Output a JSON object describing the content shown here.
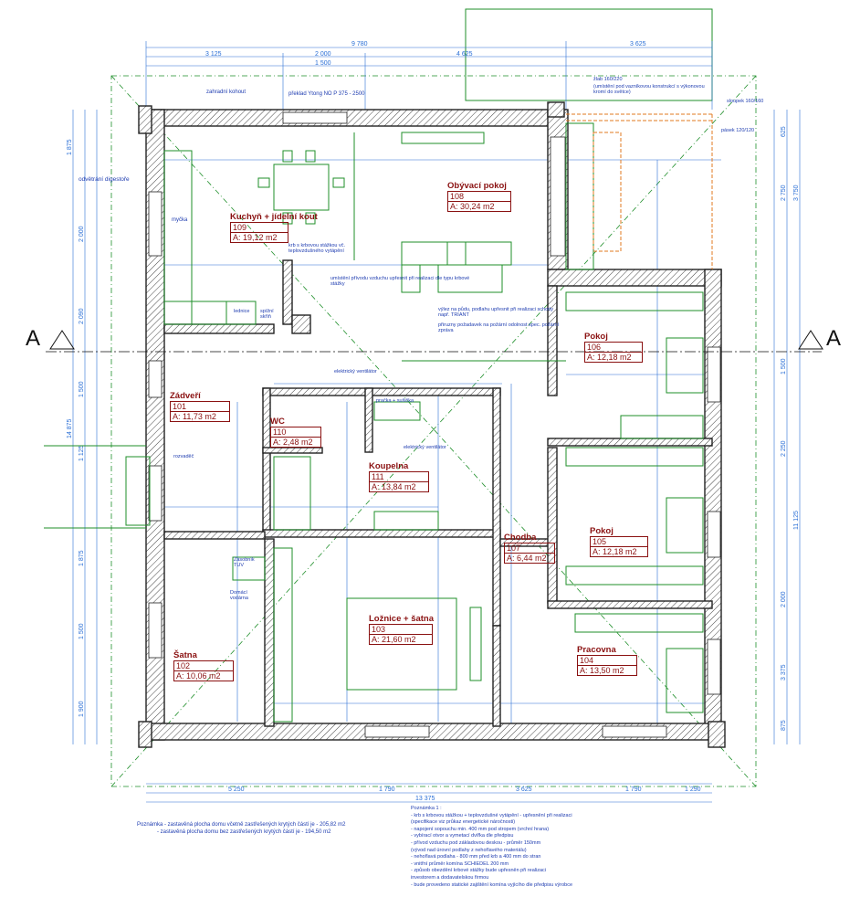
{
  "rooms": [
    {
      "name": "Kuchyň + jídelní kout",
      "num": "109",
      "area": "A: 19,12 m2"
    },
    {
      "name": "Obývací pokoj",
      "num": "108",
      "area": "A: 30,24 m2"
    },
    {
      "name": "Pokoj",
      "num": "106",
      "area": "A: 12,18 m2"
    },
    {
      "name": "Zádveří",
      "num": "101",
      "area": "A: 11,73 m2"
    },
    {
      "name": "WC",
      "num": "110",
      "area": "A: 2,48 m2"
    },
    {
      "name": "Koupelna",
      "num": "111",
      "area": "A: 13,84 m2"
    },
    {
      "name": "Chodba",
      "num": "107",
      "area": "A: 6,44 m2"
    },
    {
      "name": "Pokoj",
      "num": "105",
      "area": "A: 12,18 m2"
    },
    {
      "name": "Ložnice + šatna",
      "num": "103",
      "area": "A: 21,60 m2"
    },
    {
      "name": "Šatna",
      "num": "102",
      "area": "A: 10,06 m2"
    },
    {
      "name": "Pracovna",
      "num": "104",
      "area": "A: 13,50 m2"
    }
  ],
  "section": {
    "left": "A",
    "right": "A"
  },
  "dims": {
    "top1": "9 780",
    "top2": "3 625",
    "top3a": "3 125",
    "top3b": "2 000",
    "top3c": "4 625",
    "top3d": "1 500",
    "bot1": "5 250",
    "bot2": "1 790",
    "bot3": "3 625",
    "bot4": "1 790",
    "bot5": "1 290",
    "bot6": "13 375",
    "left1": "1 875",
    "left2": "2 000",
    "left3": "2 090",
    "left4": "1 500",
    "left5": "1 125",
    "left6": "1 875",
    "left7": "1 500",
    "left8": "1 900",
    "leftTotal": "14 875",
    "right1": "625",
    "right2": "2 750",
    "right3": "3 750",
    "right4": "1 500",
    "right5": "2 250",
    "right6": "2 000",
    "right7": "3 375",
    "right8": "875",
    "rightTotal": "11 125"
  },
  "notes": {
    "kohout": "zahradní kohout",
    "odvetrani": "odvětrání digestoře",
    "pretlak1": "překlad Ytong NO P 375 - 2500",
    "vzduch": "umístění přívodu vzduchu upřesnit při realizaci dle typu krbové stážky",
    "krb": "krb s krbovou stážkou vč. teplovzdušného vytápění",
    "schody": "výlez na půdu, podlahu upřesnit při realizaci schody např. TRIANT",
    "priruzny": "přiruzny požadavek na požární odolnost spec. požární zpráva",
    "zlab": "žlab 160/220",
    "zlab2": "(umístění pod vazníkovou konstrukcí s výkonovou kromí do světce)",
    "sloupek": "sloupek 160/160",
    "panek": "pásek 120/120",
    "ventilator1": "elektrický ventilátor",
    "ventilator2": "elektrický ventilátor",
    "rozvadec": "rozvaděč",
    "zasobnik": "Zásobník TUV",
    "kotel": "Domácí vodárna",
    "myckaLabel": "myčka",
    "lednice": "lednice",
    "spizni": "spížní skříň",
    "pracka": "pračka + sušička",
    "poznamka": "Poznámka - zastavěná plocha domu včetně zastřešených krytých částí je - 205,82 m2",
    "poznamka2": "- zastavěná plocha domu bez zastřešených krytých částí je - 194,50 m2",
    "poznamka1title": "Poznámka 1 :",
    "poz1": "- krb s krbovou stážkou + teplovzdušné vytápění - upřesnění při realizaci",
    "poz2": "(specifikace viz průkaz energetické náročnosti)",
    "poz3": "- napojení sopouchu min. 400 mm pod stropem (vrchní hrana)",
    "poz4": "- vybírací otvor a vymetací dvířka dle předpisu",
    "poz5": "- přívod vzduchu pod základovou deskou - průměr 150mm",
    "poz6": "(vývod nad úrovní podlahy z nehořlavého materiálu)",
    "poz7": "- nehořlavá podlaha - 800 mm před krb a 400 mm do stran",
    "poz8": "- vnitřní průměr komína SCHIEDEL 200 mm",
    "poz9": "- způsob obezdění krbové stážky bude upřesněn při realizaci",
    "poz10": "investorem a dodavatelskou firmou",
    "poz11": "- bude provedeno statické zajištění komína vyjícího dle předpisu výrobce"
  },
  "colors": {
    "wall": "#222222",
    "dim": "#2a6fd6",
    "green": "#1f8f2a",
    "room": "#8a1111",
    "orange": "#e07a1f"
  }
}
